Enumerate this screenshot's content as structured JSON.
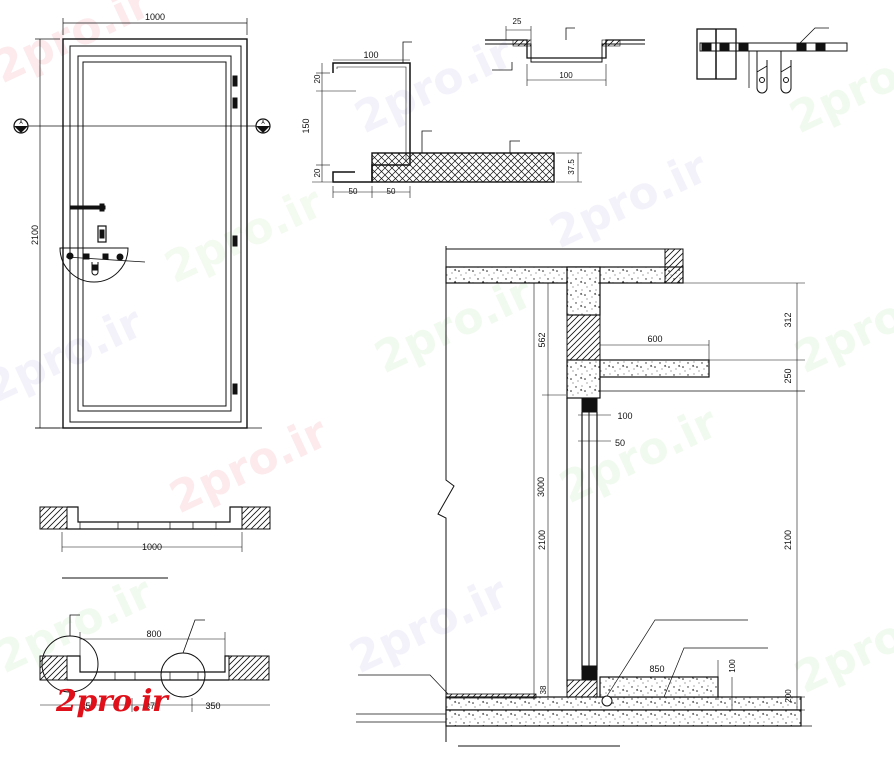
{
  "colors": {
    "line": "#111111",
    "watermark_red": "#f2a0a8",
    "watermark_green": "#b8e6b0",
    "watermark_blue": "#c9c6f2",
    "logo": "#e0101a"
  },
  "logo_text": "2pro.ir",
  "watermark_text": "2pro.ir",
  "elevation": {
    "width_label": "1000",
    "height_label": "2100",
    "section_mark_left": "A",
    "section_mark_right": "A"
  },
  "frame_profile": {
    "top_label": "100",
    "left_top_label": "20",
    "left_mid_label": "150",
    "left_bottom_label": "20",
    "bottom_left_label": "50",
    "bottom_right_label": "50",
    "right_label": "37.5"
  },
  "top_profile": {
    "top_label": "25",
    "bottom_label": "100"
  },
  "plan_top": {
    "width_label": "1000"
  },
  "plan_bottom": {
    "inner_label": "800",
    "left_label": "350",
    "left_label_2": "37",
    "right_label": "350"
  },
  "section": {
    "left_dim_562": "562",
    "left_dim_3000": "3000",
    "left_dim_2100": "2100",
    "left_dim_38": "38",
    "top_dim_600": "600",
    "dim_100_frame": "100",
    "dim_50_frame": "50",
    "dim_850": "850",
    "dim_100_bottom": "100",
    "right_dim_312": "312",
    "right_dim_250": "250",
    "right_dim_2100": "2100",
    "right_dim_200": "200"
  }
}
